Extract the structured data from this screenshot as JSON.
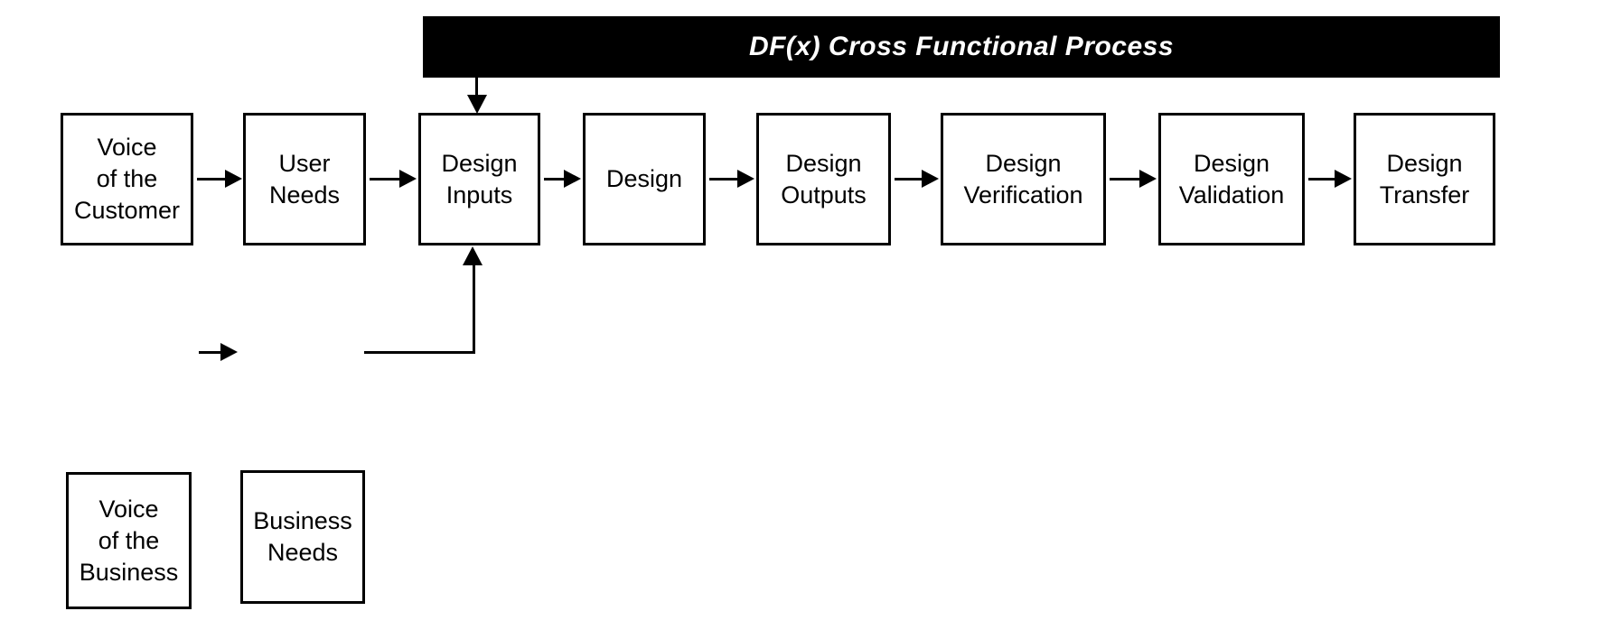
{
  "banner": {
    "title": "DF(x) Cross Functional Process"
  },
  "flow": {
    "boxes": [
      {
        "id": "voice-of-the-customer",
        "label": "Voice\nof the\nCustomer"
      },
      {
        "id": "user-needs",
        "label": "User\nNeeds"
      },
      {
        "id": "design-inputs",
        "label": "Design\nInputs"
      },
      {
        "id": "design",
        "label": "Design"
      },
      {
        "id": "design-outputs",
        "label": "Design\nOutputs"
      },
      {
        "id": "design-verification",
        "label": "Design\nVerification"
      },
      {
        "id": "design-validation",
        "label": "Design\nValidation"
      },
      {
        "id": "design-transfer",
        "label": "Design\nTransfer"
      }
    ]
  },
  "aux": {
    "boxes": [
      {
        "id": "voice-of-the-business",
        "label": "Voice\nof the\nBusiness"
      },
      {
        "id": "business-needs",
        "label": "Business\nNeeds"
      }
    ]
  },
  "colors": {
    "background": "#ffffff",
    "banner_bg": "#000000",
    "banner_text": "#ffffff",
    "box_border": "#000000",
    "connector": "#000000"
  }
}
